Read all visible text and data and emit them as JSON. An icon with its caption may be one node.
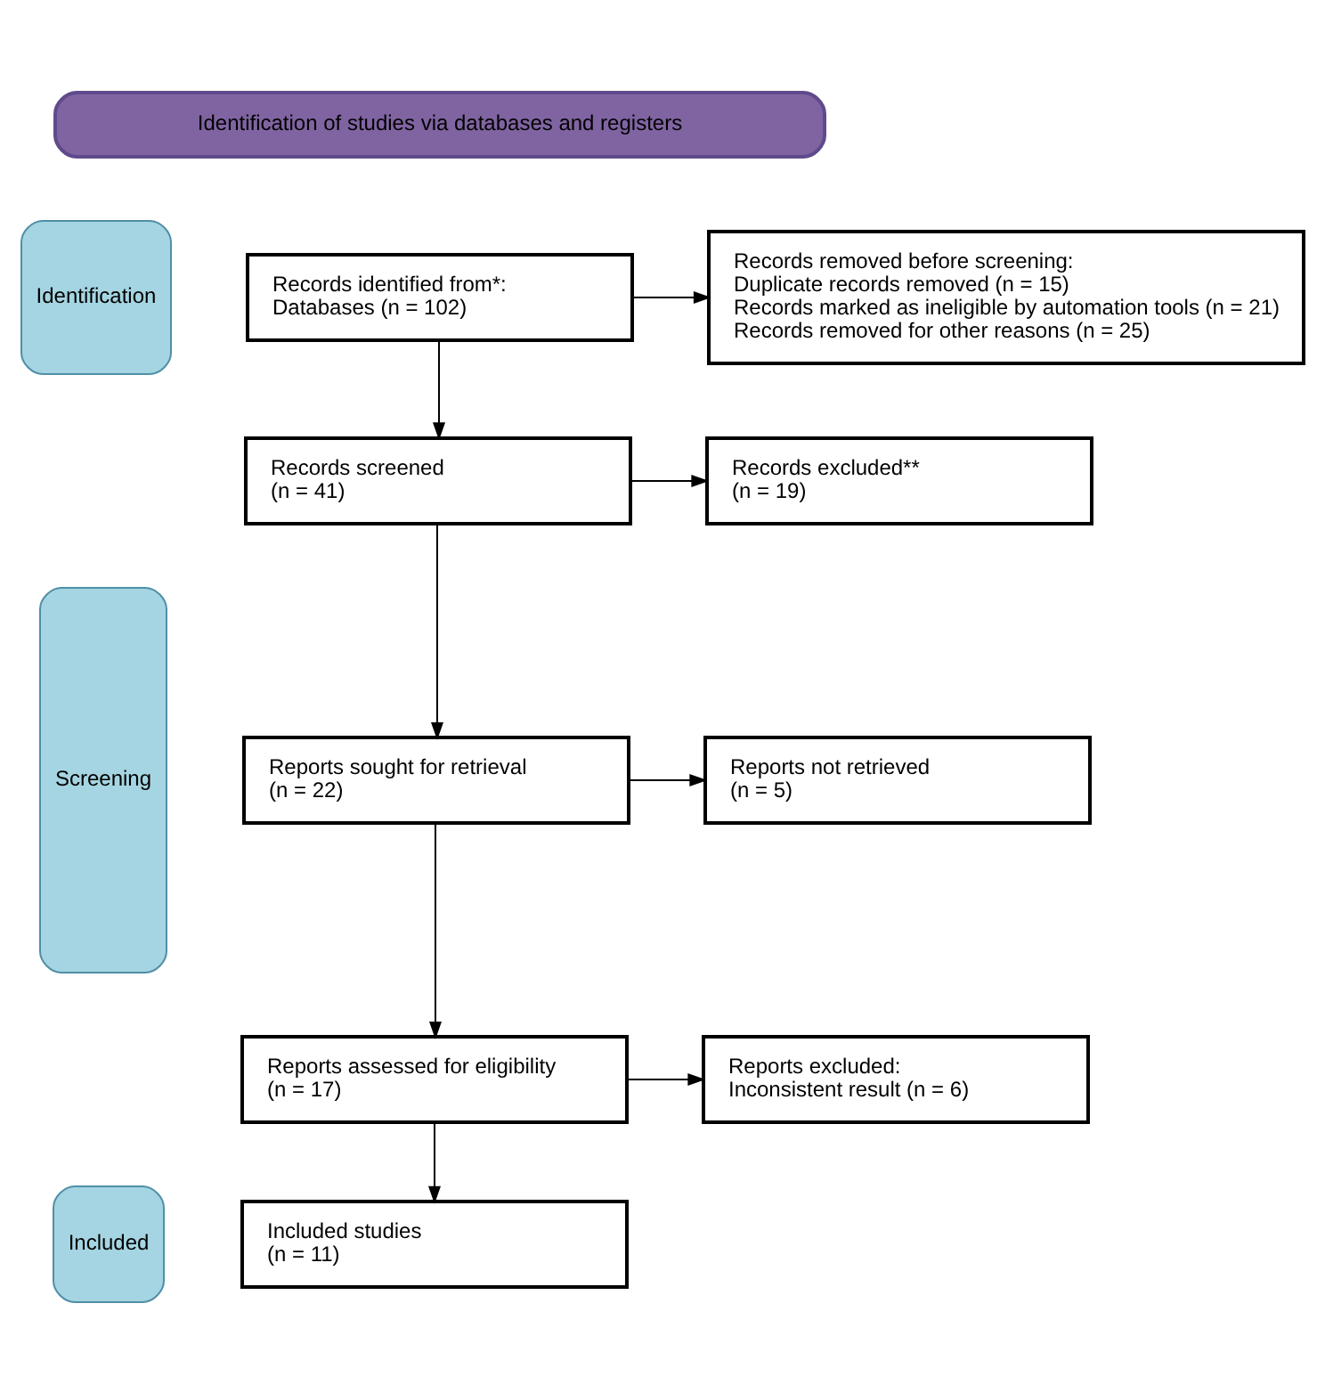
{
  "diagram": {
    "nodes": [
      {
        "text": [
          "Identification of studies via databases and registers"
        ]
      },
      {
        "text": [
          "Identification"
        ]
      },
      {
        "text": [
          "Screening"
        ]
      },
      {
        "text": [
          "Included"
        ]
      },
      {
        "text": [
          "Records identified from*:",
          "Databases (n = 102)"
        ]
      },
      {
        "text": [
          "Records removed before screening:",
          "Duplicate records removed (n = 15)",
          "Records marked as ineligible by automation tools (n = 21)",
          "Records removed for other reasons (n = 25)"
        ]
      },
      {
        "text": [
          "Records screened",
          "(n = 41)"
        ]
      },
      {
        "text": [
          "Records excluded**",
          "(n = 19)"
        ]
      },
      {
        "text": [
          "Reports sought for retrieval",
          "(n = 22)"
        ]
      },
      {
        "text": [
          "Reports not retrieved",
          "(n = 5)"
        ]
      },
      {
        "text": [
          "Reports assessed for eligibility",
          "(n = 17)"
        ]
      },
      {
        "text": [
          "Reports excluded:",
          "Inconsistent result (n = 6)"
        ]
      },
      {
        "text": [
          "Included studies",
          "(n = 11)"
        ]
      }
    ],
    "edges": [
      {
        "from": 4,
        "to": 5,
        "arrow": "to"
      },
      {
        "from": 4,
        "to": 6,
        "arrow": "to"
      },
      {
        "from": 6,
        "to": 7,
        "arrow": "to"
      },
      {
        "from": 6,
        "to": 8,
        "arrow": "to"
      },
      {
        "from": 8,
        "to": 9,
        "arrow": "to"
      },
      {
        "from": 8,
        "to": 10,
        "arrow": "to"
      },
      {
        "from": 10,
        "to": 11,
        "arrow": "to"
      },
      {
        "from": 10,
        "to": 12,
        "arrow": "to"
      }
    ]
  }
}
